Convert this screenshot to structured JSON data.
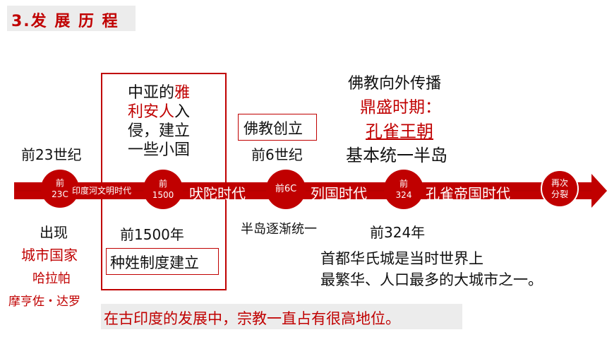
{
  "title": "3.发 展 历 程",
  "timeline": {
    "nodes": [
      {
        "l1": "前",
        "l2": "23C"
      },
      {
        "l1": "前",
        "l2": "1500"
      },
      {
        "l1": "前6C",
        "l2": ""
      },
      {
        "l1": "前",
        "l2": "324"
      },
      {
        "l1": "再次",
        "l2": "分裂"
      }
    ],
    "eras": [
      "印度河文明时代",
      "吠陀时代",
      "列国时代",
      "孔雀帝国时代"
    ]
  },
  "col1": {
    "top": "前23世纪",
    "bottom1": "出现",
    "bottom2": "城市国家",
    "bottom3": "哈拉帕",
    "bottom4": "摩亨佐・达罗"
  },
  "col2": {
    "line1a": "中亚的",
    "line1b": "雅",
    "line2a": "利安人",
    "line2b": "入",
    "line3": "侵，建立",
    "line4": "一些小国",
    "date": "前1500年",
    "caste": "种姓制度建立"
  },
  "col3": {
    "buddhism": "佛教创立",
    "date": "前6世纪",
    "bottom": "半岛逐渐统一"
  },
  "col4": {
    "spread": "佛教向外传播",
    "peak": "鼎盛时期：",
    "dynasty": "孔雀王朝",
    "unify": "基本统一半岛",
    "date": "前324年",
    "capital1": "首都华氏城是当时世界上",
    "capital2": "最繁华、人口最多的大城市之一。"
  },
  "footer": "在古印度的发展中，宗教一直占有很高地位。"
}
